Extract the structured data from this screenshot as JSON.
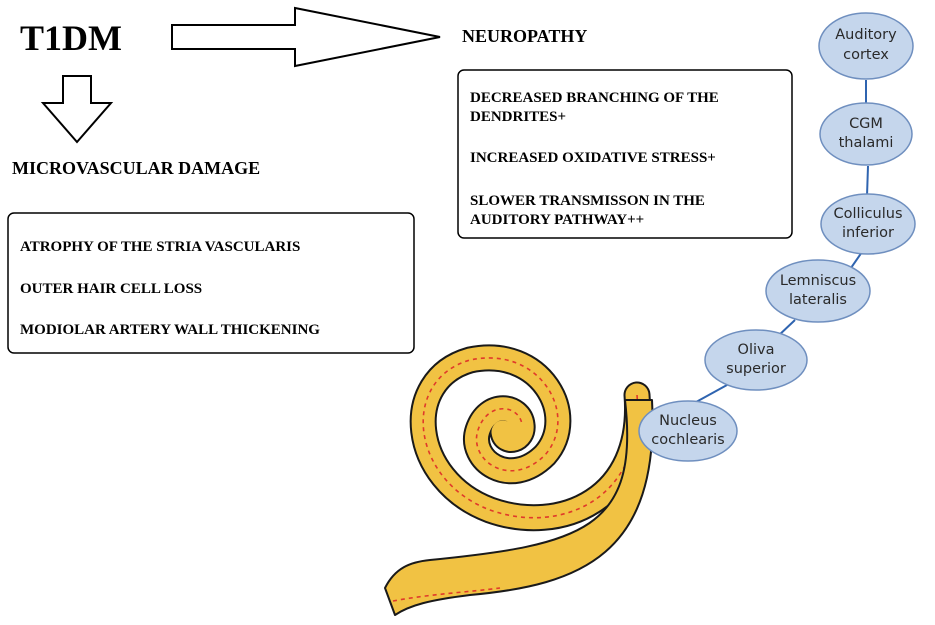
{
  "title": "T1DM",
  "neuropathy": {
    "heading": "NEUROPATHY",
    "items": [
      [
        "DECREASED BRANCHING OF THE",
        "DENDRITES+"
      ],
      [
        "INCREASED OXIDATIVE STRESS+"
      ],
      [
        "SLOWER TRANSMISSON IN THE",
        "AUDITORY PATHWAY++"
      ]
    ]
  },
  "microvascular": {
    "heading": "MICROVASCULAR DAMAGE",
    "items": [
      "ATROPHY OF THE STRIA VASCULARIS",
      "OUTER HAIR CELL LOSS",
      "MODIOLAR ARTERY WALL THICKENING"
    ]
  },
  "auditory_pathway": [
    [
      "Nucleus",
      "cochlearis"
    ],
    [
      "Oliva",
      "superior"
    ],
    [
      "Lemniscus",
      "lateralis"
    ],
    [
      "Colliculus",
      "inferior"
    ],
    [
      "CGM",
      "thalami"
    ],
    [
      "Auditory",
      "cortex"
    ]
  ],
  "colors": {
    "node_fill": "#c5d6ec",
    "node_stroke": "#6f8fbf",
    "connector": "#2f64b0",
    "cochlea_fill": "#f1c243",
    "cochlea_stroke": "#1a1a1a",
    "cochlea_dash": "#e03a2a"
  },
  "icons": {
    "arrow_right": "hollow-right-arrow",
    "arrow_down": "hollow-down-arrow",
    "cochlea": "cochlea-spiral"
  }
}
